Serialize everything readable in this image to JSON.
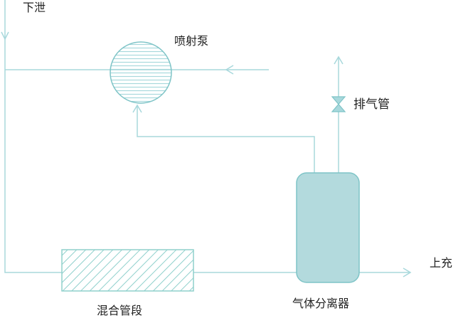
{
  "labels": {
    "drain": "下泄",
    "jet_pump": "喷射泵",
    "vent_pipe": "排气管",
    "charging": "上充",
    "gas_separator": "气体分离器",
    "mixing_section": "混合管段"
  },
  "colors": {
    "line": "#a8d8dc",
    "stroke": "#7ec4c7",
    "fill": "#b3dadd"
  }
}
